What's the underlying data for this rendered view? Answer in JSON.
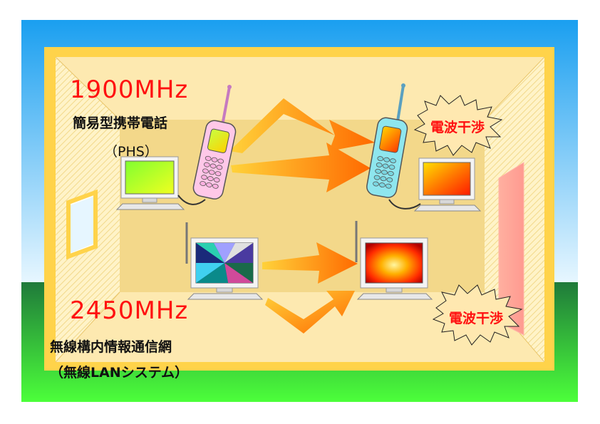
{
  "phs": {
    "frequency": "1900MHz",
    "name": "簡易型携帯電話",
    "abbr": "（PHS）"
  },
  "lan": {
    "frequency": "2450MHz",
    "name": "無線構内情報通信網",
    "abbr": "（無線LANシステム）"
  },
  "interference_top": "電波干渉",
  "interference_bottom": "電波干渉",
  "colors": {
    "sky": "#22aaee",
    "ground": "#2e8b3a",
    "room_frame": "#ffd34a",
    "room_floor": "#f7dc8c",
    "frequency_text": "#ff1010",
    "arrow": "#ff8a00",
    "burst_fill": "#ffe8b0"
  }
}
